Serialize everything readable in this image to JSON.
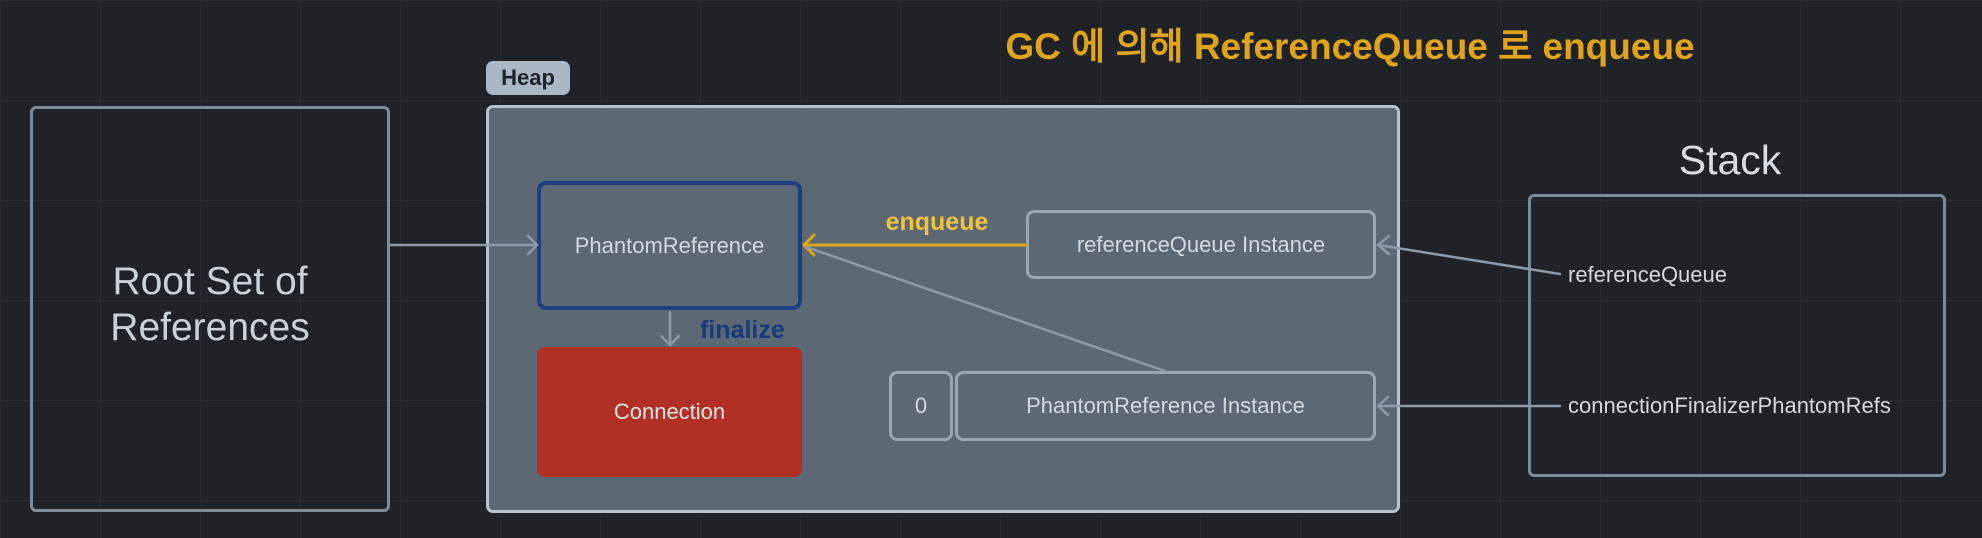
{
  "title": "GC 에 의해 ReferenceQueue 로 enqueue",
  "root_set": {
    "label_line1": "Root Set of",
    "label_line2": "References"
  },
  "heap": {
    "tag": "Heap",
    "phantom_reference": "PhantomReference",
    "connection": "Connection",
    "finalize_label": "finalize",
    "enqueue_label": "enqueue",
    "reference_queue_instance": "referenceQueue Instance",
    "index_value": "0",
    "phantom_reference_instance": "PhantomReference Instance"
  },
  "stack": {
    "title": "Stack",
    "items": [
      "referenceQueue",
      "connectionFinalizerPhantomRefs"
    ]
  },
  "colors": {
    "background": "#1f2226",
    "title": "#e0a418",
    "heap_fill": "#5d6875",
    "phantom_border": "#1d3f80",
    "connection_fill": "#b03025",
    "enqueue": "#f0c33c",
    "finalize": "#173a7a",
    "line": "#8d9aa7"
  }
}
